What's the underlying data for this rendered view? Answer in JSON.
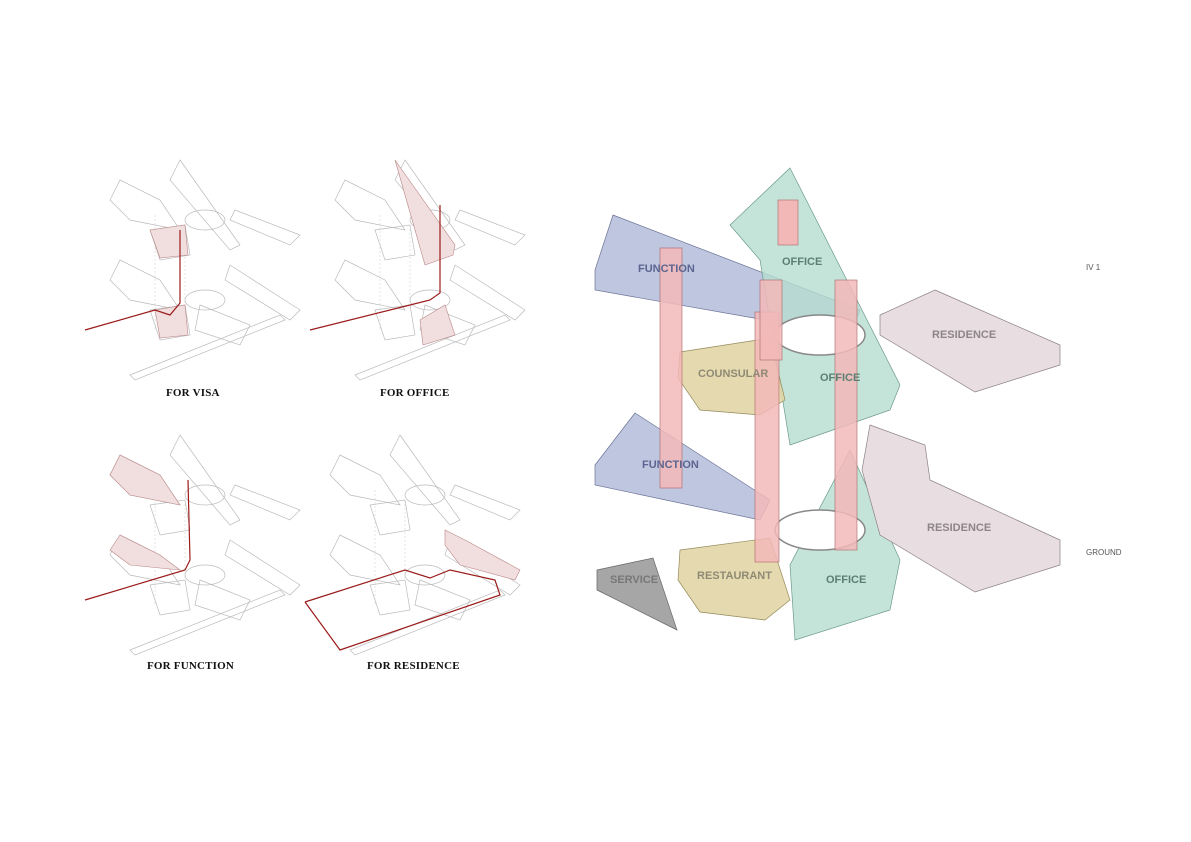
{
  "small_diagrams": [
    {
      "caption": "FOR VISA"
    },
    {
      "caption": "FOR OFFICE"
    },
    {
      "caption": "FOR FUNCTION"
    },
    {
      "caption": "FOR RESIDENCE"
    }
  ],
  "main_diagram": {
    "levels": {
      "upper": "IV 1",
      "ground": "GROUND"
    },
    "upper_zones": {
      "function": "FUNCTION",
      "office_top": "OFFICE",
      "office_right": "OFFICE",
      "counsular": "COUNSULAR",
      "residence": "RESIDENCE"
    },
    "ground_zones": {
      "function": "FUNCTION",
      "service": "SERVICE",
      "restaurant": "RESTAURANT",
      "office": "OFFICE",
      "residence": "RESIDENCE"
    },
    "colors": {
      "function": "#a9b3d6",
      "office": "#b6ddd0",
      "counsular": "#e2d6a6",
      "residence": "#e8dde0",
      "service": "#a6a6a6",
      "core": "#f2b8b8",
      "route": "#9b1b1b",
      "highlight": "#f1dede"
    }
  }
}
